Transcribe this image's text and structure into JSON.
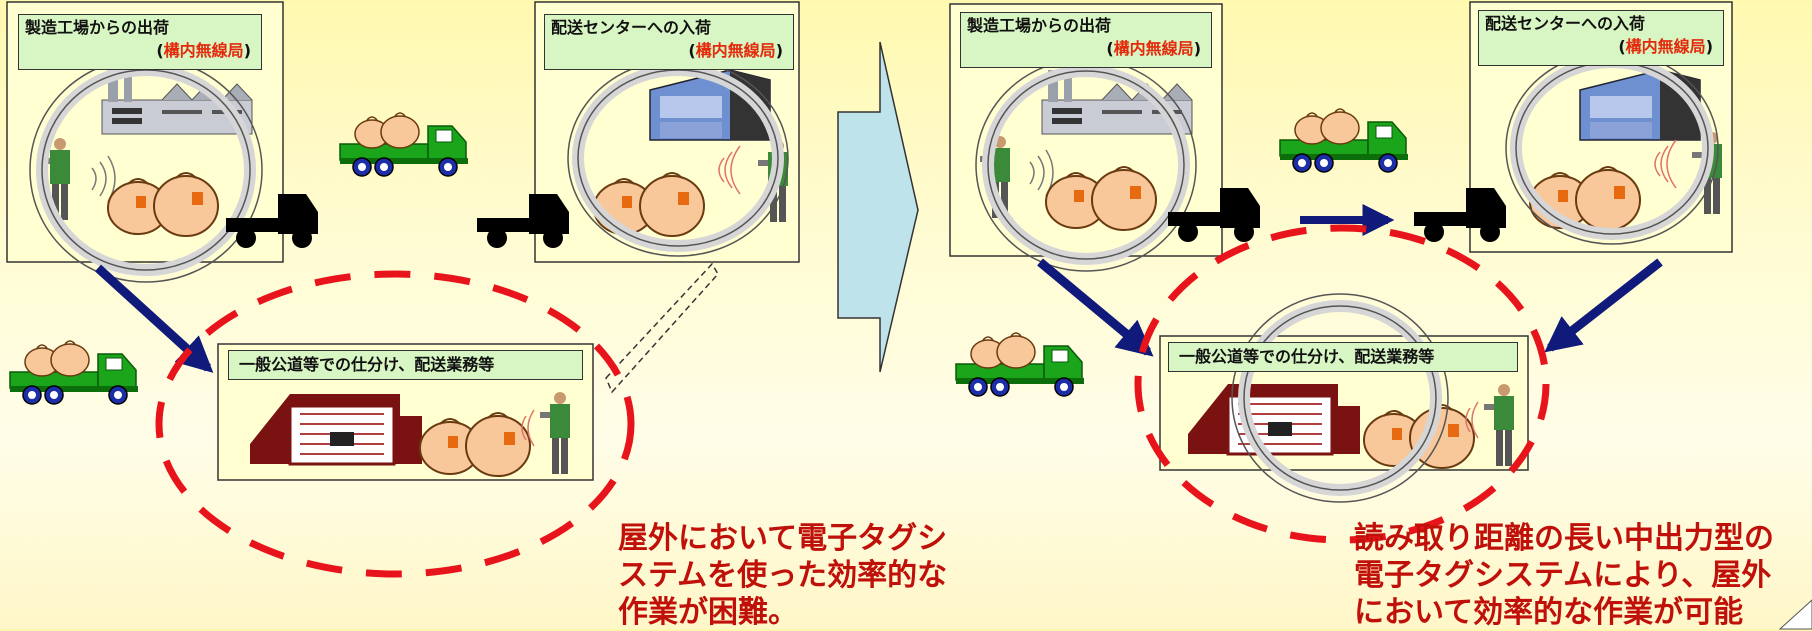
{
  "left": {
    "factory_label": {
      "line1": "製造工場からの出荷",
      "open": "(",
      "highlight": "構内無線局",
      "close": ")"
    },
    "center_label": {
      "line1": "配送センターへの入荷",
      "open": "(",
      "highlight": "構内無線局",
      "close": ")"
    },
    "road_label": "一般公道等での仕分け、配送業務等",
    "caption": [
      "屋外において電子タグシ",
      "ステムを使った効率的な",
      "作業が困難。"
    ]
  },
  "right": {
    "factory_label": {
      "line1": "製造工場からの出荷",
      "open": "(",
      "highlight": "構内無線局",
      "close": ")"
    },
    "center_label": {
      "line1": "配送センターへの入荷",
      "open": "(",
      "highlight": "構内無線局",
      "close": ")"
    },
    "road_label": "一般公道等での仕分け、配送業務等",
    "caption": [
      "読み取り距離の長い中出力型の",
      "電子タグシステムにより、屋外",
      "において効率的な作業が可能"
    ]
  },
  "colors": {
    "background": "#fffbd0",
    "panel": "#ffffd2",
    "label_fill": "#d8f5c4",
    "highlight_text": "#e32b0c",
    "caption_text": "#c0100a",
    "dashed_ellipse": "#e8141c",
    "arrow": "#0f1a7a",
    "truck": "#1aa51a",
    "big_arrow": "#bfe3ea"
  }
}
